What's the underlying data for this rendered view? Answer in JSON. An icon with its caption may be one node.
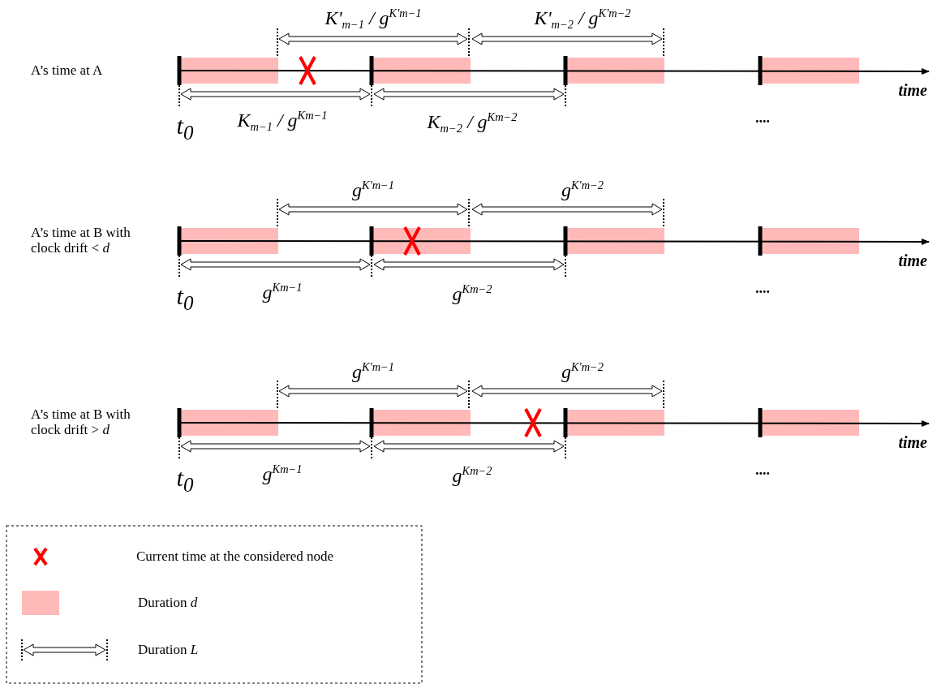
{
  "diagram": {
    "labels": [
      "K'$_{m−1}$ / g$^{K'm−1}$",
      "K'$_{m−2}$ / g$^{K'm−2}$",
      "A’s time at A",
      "time",
      "K$_{m−1}$ / g$^{Km−1}$",
      "K$_{m−2}$ / g$^{Km−2}$",
      "t$_{0}$",
      "....",
      "g$^{K'm−1}$",
      "g$^{K'm−2}$",
      "A’s time at B with clock drift < *d*",
      "time",
      "g$^{Km−1}$",
      "g$^{Km−2}$",
      "t$_{0}$",
      "....",
      "g$^{K'm−1}$",
      "g$^{K'm−2}$",
      "A’s time at B with clock drift > *d*",
      "time",
      "g$^{Km−1}$",
      "g$^{Km−2}$",
      "t$_{0}$",
      "...."
    ],
    "legend": [
      {
        "text": "Current time at the considered node"
      },
      {
        "text": "Duration *d*",
        "color": "#ffb9b9"
      },
      {
        "text": "Duration *L*"
      }
    ]
  }
}
